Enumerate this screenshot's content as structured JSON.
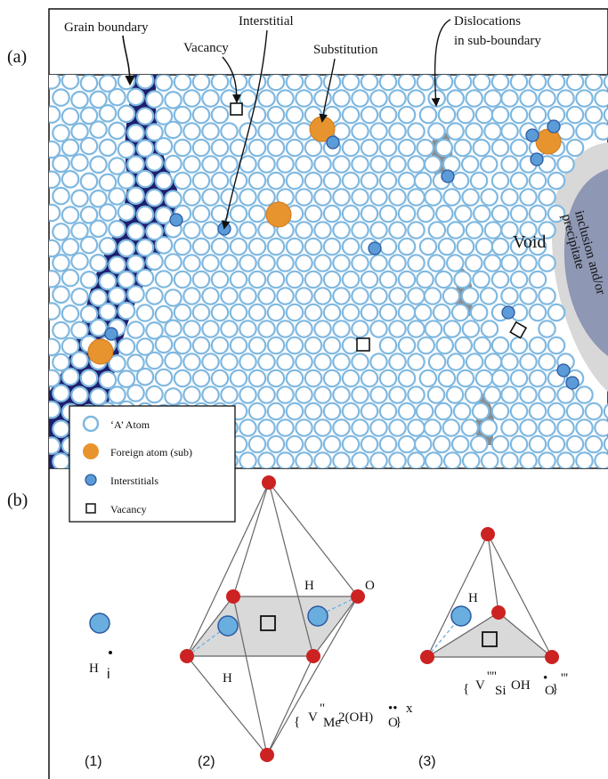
{
  "panel_a": {
    "label": "(a)",
    "annotations": {
      "grain_boundary": "Grain boundary",
      "interstitial": "Interstitial",
      "vacancy": "Vacancy",
      "substitution": "Substitution",
      "dislocations_1": "Dislocations",
      "dislocations_2": "in sub-boundary",
      "void": "Void",
      "inclusion_1": "inclusion and/or",
      "inclusion_2": "precipitate"
    },
    "legend": {
      "a_atom": "‘A’ Atom",
      "foreign": "Foreign atom (sub)",
      "interstitials": "Interstitials",
      "vacancy": "Vacancy"
    },
    "colors": {
      "atom_stroke": "#7fb8e0",
      "grain_boundary": "#1f1f6e",
      "dislocation": "#8c8c8c",
      "foreign_atom": "#e8942e",
      "interstitial": "#5b9bd8",
      "inclusion": "#8e97b3",
      "void": "#d8d8d8"
    }
  },
  "panel_b": {
    "label": "(b)",
    "sub1": {
      "number": "(1)",
      "symbol": "H",
      "sub": "i"
    },
    "sub2": {
      "number": "(2)",
      "label_H_top": "H",
      "label_O": "O",
      "label_H_bottom": "H",
      "formula_main": "V",
      "formula_sup1": "\"",
      "formula_sub1": "Me",
      "formula_mid": "2(OH)",
      "formula_sub2": "O",
      "formula_sup2": "x"
    },
    "sub3": {
      "number": "(3)",
      "label_H": "H",
      "formula_main": "V",
      "formula_sup1": "''''",
      "formula_sub1": "Si",
      "formula_mid": "OH",
      "formula_sub2": "O",
      "formula_sup2": "'''"
    },
    "colors": {
      "vertex": "#cc2222",
      "h_atom": "#6aaee0",
      "face": "#d9d9d9"
    }
  }
}
